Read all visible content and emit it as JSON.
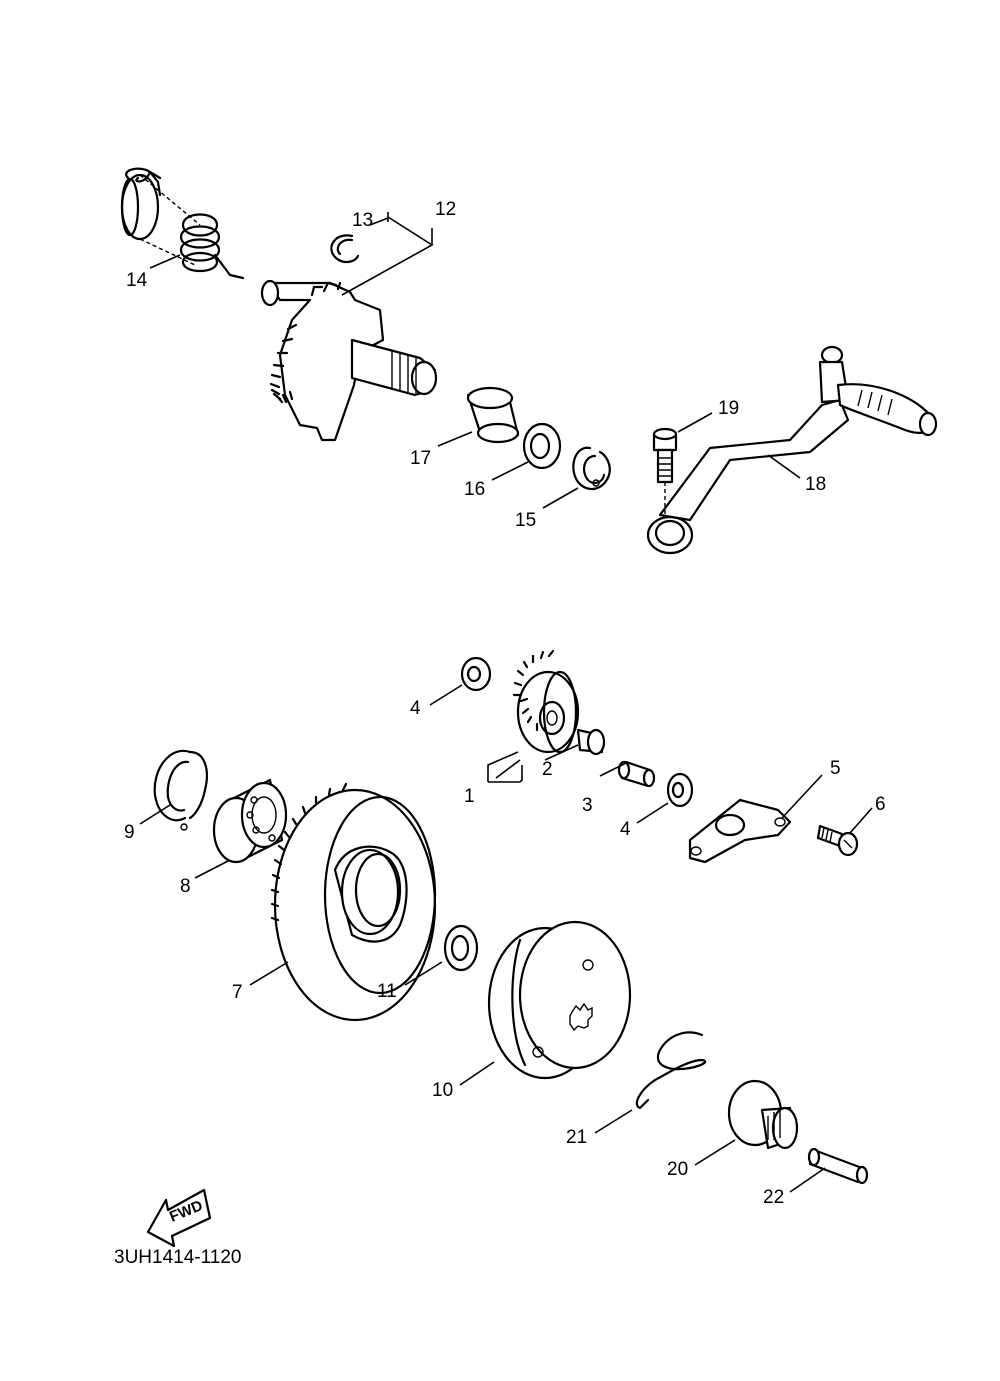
{
  "diagram": {
    "drawing_code": "3UH1414-1120",
    "direction_label": "FWD",
    "callouts": [
      {
        "id": "c1",
        "label": "1"
      },
      {
        "id": "c2",
        "label": "2"
      },
      {
        "id": "c3",
        "label": "3"
      },
      {
        "id": "c4a",
        "label": "4"
      },
      {
        "id": "c4b",
        "label": "4"
      },
      {
        "id": "c5",
        "label": "5"
      },
      {
        "id": "c6",
        "label": "6"
      },
      {
        "id": "c7",
        "label": "7"
      },
      {
        "id": "c8",
        "label": "8"
      },
      {
        "id": "c9",
        "label": "9"
      },
      {
        "id": "c10",
        "label": "10"
      },
      {
        "id": "c11",
        "label": "11"
      },
      {
        "id": "c12",
        "label": "12"
      },
      {
        "id": "c13",
        "label": "13"
      },
      {
        "id": "c14",
        "label": "14"
      },
      {
        "id": "c15",
        "label": "15"
      },
      {
        "id": "c16",
        "label": "16"
      },
      {
        "id": "c17",
        "label": "17"
      },
      {
        "id": "c18",
        "label": "18"
      },
      {
        "id": "c19",
        "label": "19"
      },
      {
        "id": "c20",
        "label": "20"
      },
      {
        "id": "c21",
        "label": "21"
      },
      {
        "id": "c22",
        "label": "22"
      }
    ]
  }
}
